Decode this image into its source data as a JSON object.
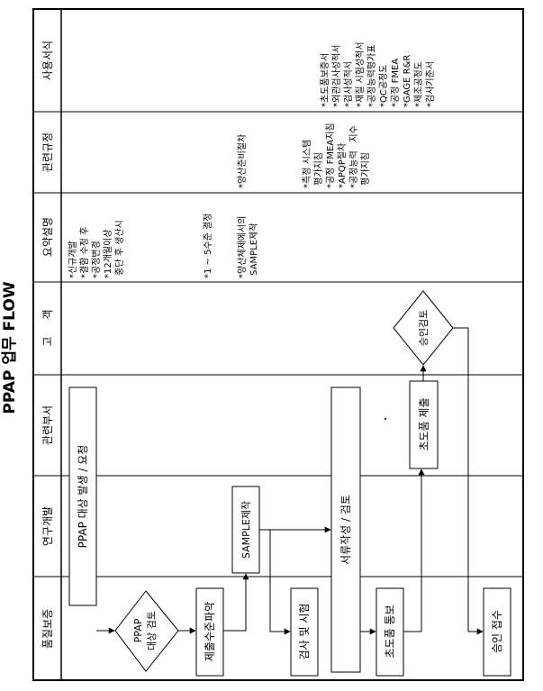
{
  "title": "PPAP 업무 FLOW",
  "lanes": [
    {
      "id": "quality",
      "label": "품질보증"
    },
    {
      "id": "rnd",
      "label": "연구개발"
    },
    {
      "id": "related_dept",
      "label": "관련부서"
    },
    {
      "id": "customer",
      "label": "고     객"
    },
    {
      "id": "summary",
      "label": "요약설명"
    },
    {
      "id": "rules",
      "label": "관련규정"
    },
    {
      "id": "forms",
      "label": "사용서식"
    }
  ],
  "nodes": {
    "request": "PPAP 대상 발생 / 요청",
    "review_line1": "PPAP",
    "review_line2": "대상 검토",
    "submit_level": "제출수준파악",
    "sample_make": "SAMPLE제작",
    "inspect_test": "검사 및 시험",
    "doc_prep": "서류작성 / 검토",
    "initial_notice": "초도품 통보",
    "initial_submit": "초도품 제출",
    "approval_review": "승인검토",
    "approval_receipt": "승인 접수"
  },
  "summary": {
    "group1": [
      "*신규개발",
      "*결함 수정 후",
      "*공정변경",
      "*12개월이상",
      " 중단 후 생산시"
    ],
    "group2": [
      "*1 ~ 5수준 결정"
    ],
    "group3": [
      "*양산체제에서의",
      " SAMPLE제작"
    ]
  },
  "rules": {
    "group1": [
      "*양산준비절차"
    ],
    "group2": [
      "*측정 시스템",
      " 평가지침",
      "*공정 FMEA지침",
      "*APQP절차",
      "*공정능력   지수",
      " 평가지침"
    ]
  },
  "forms": [
    "*초도품보증서",
    "*외관검사성적서",
    "*검사성적서",
    "*재질 시험성적서",
    "*공정능력평가표",
    "*QC공정도",
    "*공정 FMEA",
    "*GAGE R&R",
    "*제조공정도",
    "*검사기준서"
  ]
}
